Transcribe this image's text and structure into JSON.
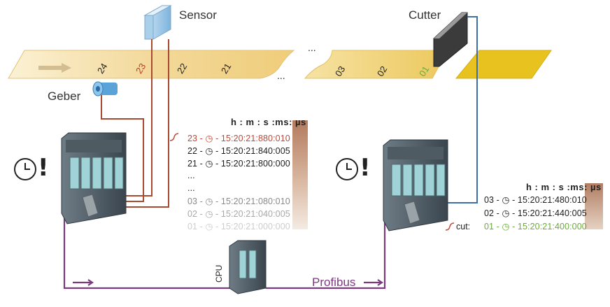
{
  "labels": {
    "sensor": "Sensor",
    "cutter": "Cutter",
    "geber": "Geber",
    "cpu": "CPU",
    "profibus": "Profibus",
    "ellipsis_top": "...",
    "ellipsis_mid": "..."
  },
  "tape_numbers": {
    "left": [
      "24",
      "23",
      "22",
      "21"
    ],
    "right": [
      "03",
      "02",
      "01"
    ]
  },
  "left_log": {
    "header": "h : m : s :ms: µs",
    "lines": [
      {
        "text": "23 - ◷ - 15:20:21:880:010",
        "style": "red"
      },
      {
        "text": "22 - ◷ - 15:20:21:840:005",
        "style": "dark"
      },
      {
        "text": "21 - ◷ - 15:20:21:800:000",
        "style": "dark"
      },
      {
        "text": "...",
        "style": "dark"
      },
      {
        "text": "...",
        "style": "dark"
      },
      {
        "text": "03 - ◷ - 15:20:21:080:010",
        "style": "faded1"
      },
      {
        "text": "02 - ◷ - 15:20:21:040:005",
        "style": "faded2"
      },
      {
        "text": "01 - ◷ - 15:20:21:000:000",
        "style": "faded3"
      }
    ]
  },
  "right_log": {
    "header": "h : m : s :ms: µs",
    "cut_label": "cut:",
    "lines": [
      {
        "text": "03 - ◷ - 15:20:21:480:010",
        "style": "dark"
      },
      {
        "text": "02 - ◷ - 15:20:21:440:005",
        "style": "dark"
      },
      {
        "text": "01 - ◷ - 15:20:21:400:000",
        "style": "green"
      }
    ]
  },
  "colors": {
    "tape": "#f3d99a",
    "tape_right": "#e9c33a",
    "encoder_wire": "#a84a32",
    "cutter_wire": "#3f6fa8",
    "profibus_wire": "#7a3a7e",
    "log_gradient_top": "#b07a5e"
  }
}
